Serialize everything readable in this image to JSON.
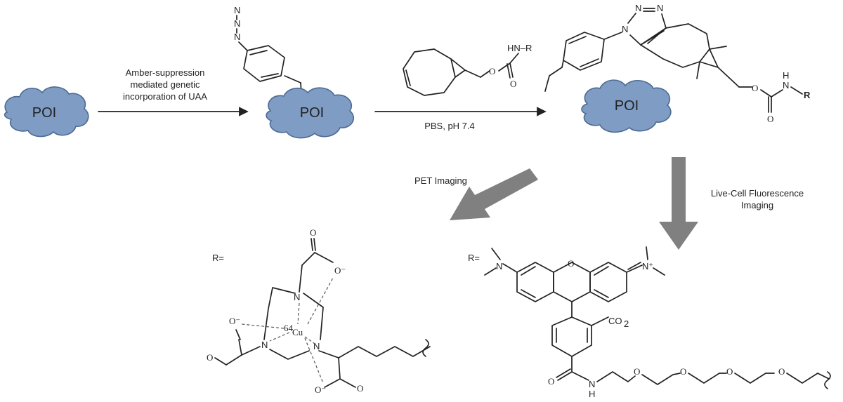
{
  "clouds": {
    "poi_1": "POI",
    "poi_2": "POI",
    "poi_3": "POI"
  },
  "step1": {
    "line1": "Amber-suppression",
    "line2": "mediated genetic",
    "line3": "incorporation of UAA"
  },
  "step2": {
    "condition": "PBS,  pH 7.4"
  },
  "branches": {
    "pet_label": "PET Imaging",
    "fluor_line1": "Live-Cell Fluorescence",
    "fluor_line2": "Imaging"
  },
  "r_labels": {
    "left": "R=",
    "right": "R="
  },
  "atoms": {
    "hn_r": "HN–R",
    "o": "O",
    "n": "N",
    "h": "H",
    "r_bold": "R",
    "cu": "Cu",
    "cu_mass": "64",
    "o_minus": "O⁻",
    "n_plus": "N⁺",
    "co2": "CO",
    "co2_sub": "2"
  },
  "colors": {
    "cloud_fill": "#7f9cc4",
    "cloud_stroke": "#4c6a92",
    "big_arrow": "#808080"
  }
}
